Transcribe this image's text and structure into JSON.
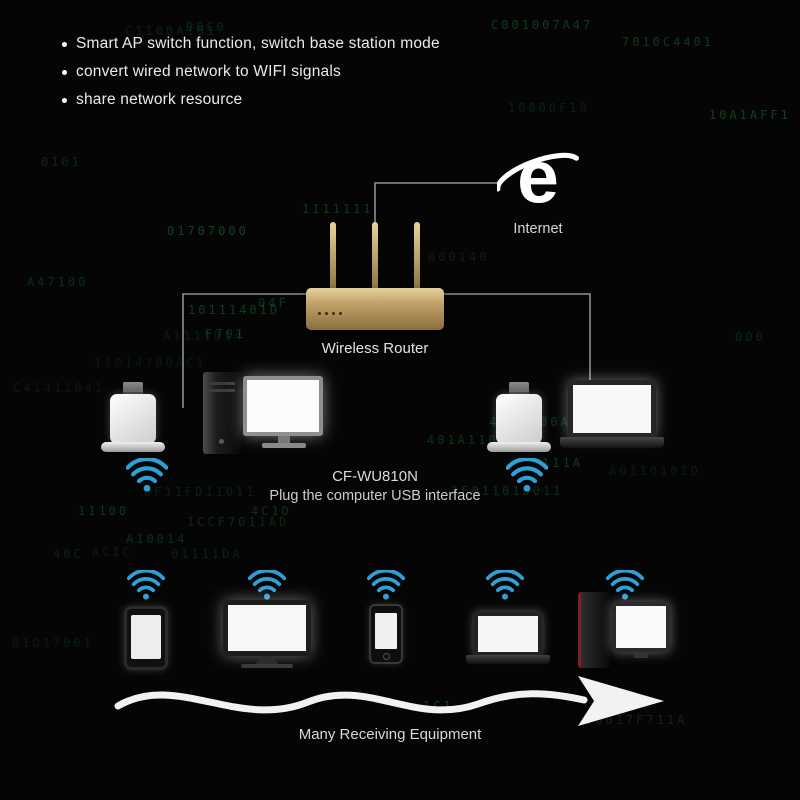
{
  "background": {
    "color": "#050505",
    "pattern": "matrix-green-digital-glyphs",
    "glyphs": "010011101001A7F04C1D",
    "glyph_color": "#25c256"
  },
  "features": {
    "items": [
      "Smart AP switch function, switch base station mode",
      "convert wired network to WIFI signals",
      "share network resource"
    ]
  },
  "internet": {
    "label": "Internet"
  },
  "router": {
    "label": "Wireless Router"
  },
  "adapter": {
    "model": "CF-WU810N",
    "caption": "Plug the computer USB interface"
  },
  "receivers": {
    "caption": "Many Receiving Equipment"
  },
  "icons": {
    "internet_explorer_glyph": "e",
    "wifi": "wifi-signal-icon",
    "arrow": "right-wave-arrow-icon",
    "bullet": "dot-bullet-icon"
  },
  "colors": {
    "wifi_blue": "#2f9fd8",
    "router_gold": "#c2a46a",
    "line_gray": "#8f8f8f",
    "text_primary": "#eaeaea",
    "text_secondary": "#cccccc",
    "arrow_white": "#f2f2f2"
  }
}
